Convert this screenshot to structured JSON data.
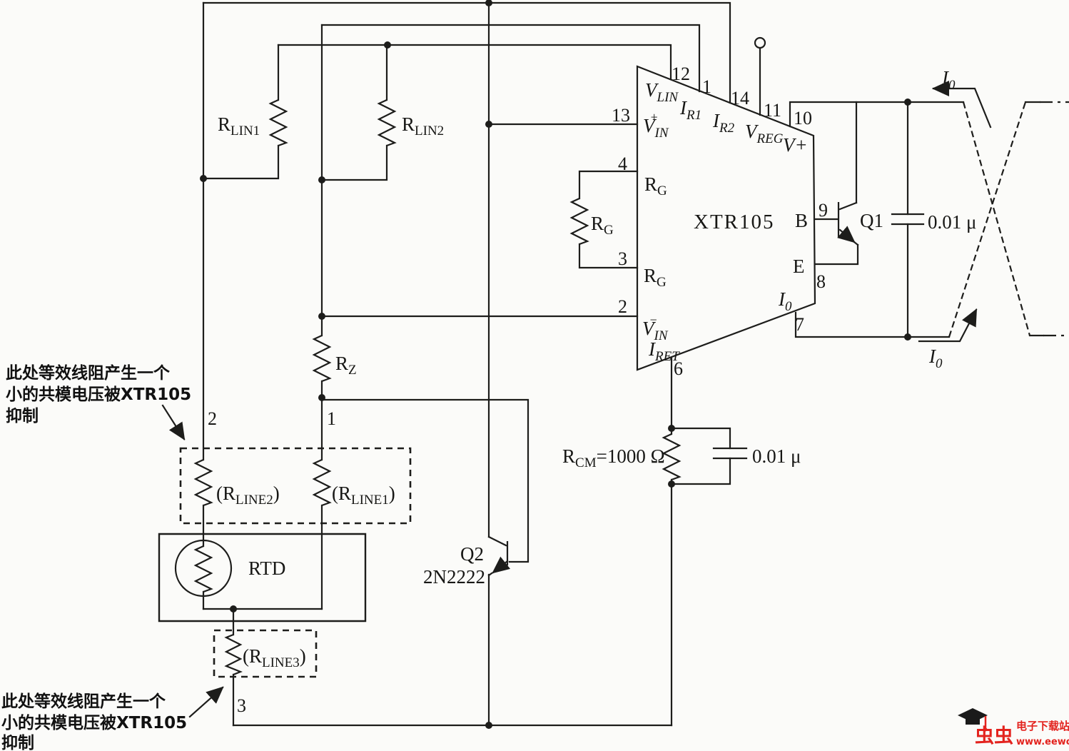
{
  "colors": {
    "ink": "#1d1d1b",
    "background": "#fbfbf9",
    "watermark_red": "#e3231e"
  },
  "notes": {
    "common_mode": {
      "line1": "此处等效线阻产生一个",
      "line2": "小的共模电压被XTR105",
      "line3": "抑制"
    }
  },
  "wire_labels": {
    "node2": "2",
    "node1": "1",
    "node3": "3"
  },
  "resistors": {
    "rlin1": {
      "base": "R",
      "sub": "LIN1"
    },
    "rlin2": {
      "base": "R",
      "sub": "LIN2"
    },
    "rz": {
      "base": "R",
      "sub": "Z"
    },
    "rg_ext": {
      "base": "R",
      "sub": "G"
    },
    "rcm": {
      "base": "R",
      "sub": "CM",
      "value": "=1000 Ω"
    },
    "rline2": {
      "open": "(R",
      "sub": "LINE2",
      "close": ")"
    },
    "rline1": {
      "open": "(R",
      "sub": "LINE1",
      "close": ")"
    },
    "rline3": {
      "open": "(R",
      "sub": "LINE3",
      "close": ")"
    },
    "rtd": "RTD"
  },
  "capacitors": {
    "c_rcm": "0.01 μ",
    "c_out": "0.01 μ"
  },
  "transistors": {
    "q1": "Q1",
    "q2_name": "Q2",
    "q2_part": "2N2222"
  },
  "chip": {
    "name": "XTR105",
    "pins": {
      "p13": {
        "num": "13",
        "base": "V",
        "sub": "IN",
        "sup": "+"
      },
      "p4": {
        "num": "4",
        "base": "R",
        "sub": "G"
      },
      "p3": {
        "num": "3",
        "base": "R",
        "sub": "G"
      },
      "p2": {
        "num": "2",
        "base": "V",
        "sub": "IN",
        "sup": "−"
      },
      "p12": {
        "num": "12",
        "base": "V",
        "sub": "LIN"
      },
      "p1": {
        "num": "1",
        "base": "I",
        "sub": "R1"
      },
      "p14": {
        "num": "14",
        "base": "I",
        "sub": "R2"
      },
      "p11": {
        "num": "11",
        "base": "V",
        "sub": "REG"
      },
      "p10": {
        "num": "10",
        "base": "V",
        "plus": "+"
      },
      "p9": {
        "num": "9",
        "name": "B"
      },
      "p8": {
        "num": "8",
        "name": "E"
      },
      "p7": {
        "num": "7",
        "base": "I",
        "sub": "0"
      },
      "p6": {
        "num": "6",
        "base": "I",
        "sub": "RET"
      }
    }
  },
  "output": {
    "i0_top": {
      "base": "I",
      "sub": "0"
    },
    "i0_bottom": {
      "base": "I",
      "sub": "0"
    }
  },
  "watermark": {
    "brand": "虫虫",
    "site_name": "电子下载站",
    "url": "www.eeworm.com"
  }
}
